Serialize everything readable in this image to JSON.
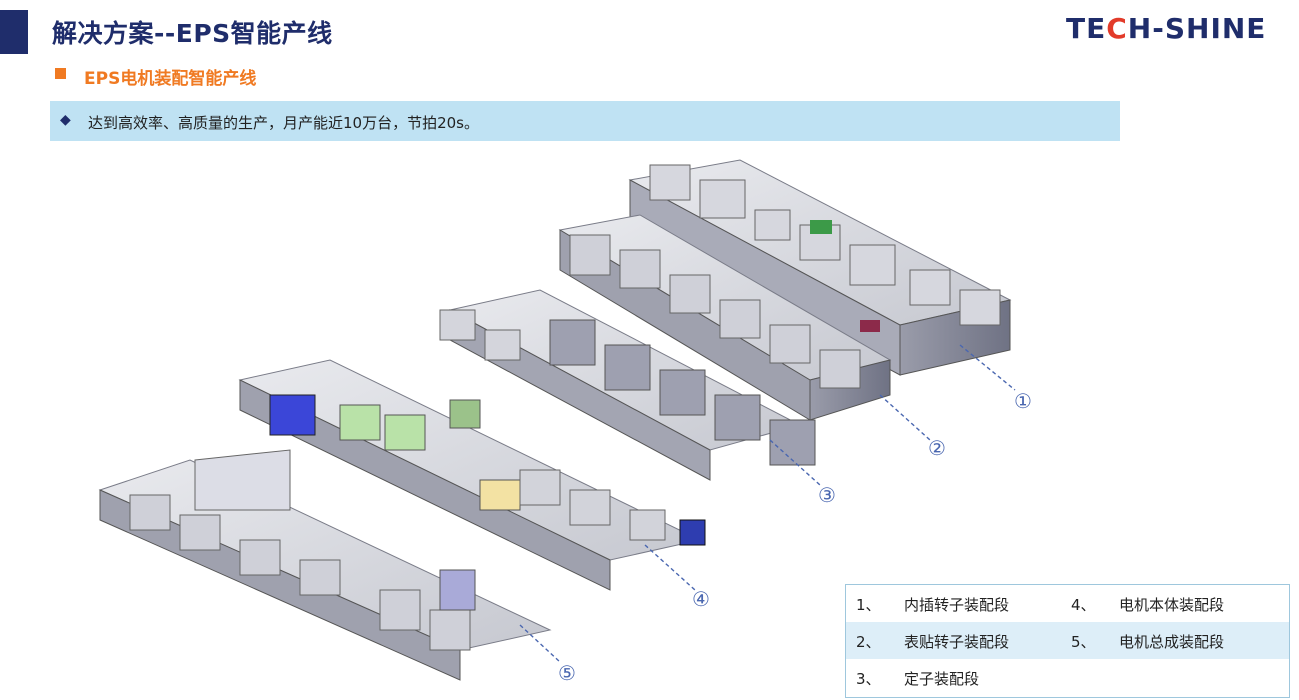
{
  "header": {
    "title": "解决方案--EPS智能产线",
    "logo": "TECH-SHINE",
    "logo_left": "TE",
    "logo_cross": "C",
    "logo_right": "H-SHINE"
  },
  "section": {
    "subtitle": "EPS电机装配智能产线"
  },
  "banner": {
    "text": "达到高效率、高质量的生产，月产能近10万台，节拍20s。"
  },
  "figure": {
    "callouts": [
      "①",
      "②",
      "③",
      "④",
      "⑤"
    ]
  },
  "legend": {
    "rows": [
      {
        "num_a": "1、",
        "label_a": "内插转子装配段",
        "num_b": "4、",
        "label_b": "电机本体装配段"
      },
      {
        "num_a": "2、",
        "label_a": "表贴转子装配段",
        "num_b": "5、",
        "label_b": "电机总成装配段"
      },
      {
        "num_a": "3、",
        "label_a": "定子装配段",
        "num_b": "",
        "label_b": ""
      }
    ]
  },
  "colors": {
    "navy": "#1f2d6b",
    "orange": "#f07a22",
    "banner": "#bfe2f3",
    "callout": "#4a67b0"
  }
}
